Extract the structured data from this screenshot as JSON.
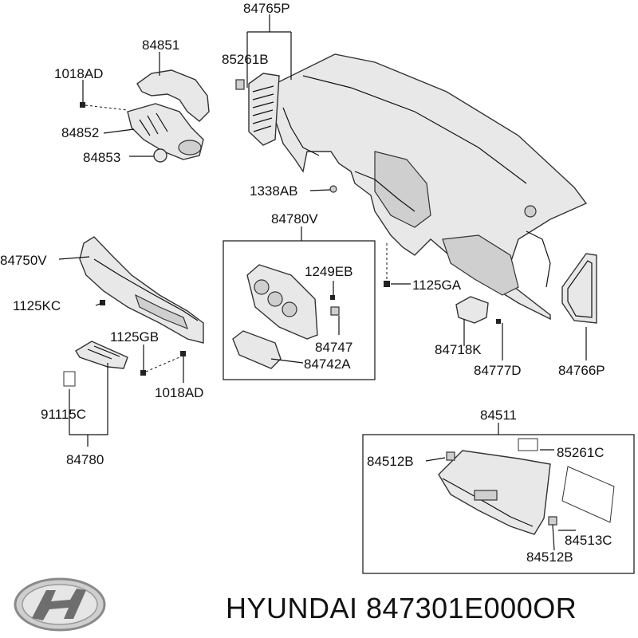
{
  "labels": {
    "p84765P": "84765P",
    "p84851": "84851",
    "p85261B": "85261B",
    "p1018AD_top": "1018AD",
    "p84852": "84852",
    "p84853": "84853",
    "p1338AB": "1338AB",
    "p84780V": "84780V",
    "p84750V": "84750V",
    "p1249EB": "1249EB",
    "p1125GA": "1125GA",
    "p1125KC": "1125KC",
    "p84747": "84747",
    "p84742A": "84742A",
    "p1125GB": "1125GB",
    "p84718K": "84718K",
    "p84777D": "84777D",
    "p84766P": "84766P",
    "p1018AD_bottom": "1018AD",
    "p91115C": "91115C",
    "p84780": "84780",
    "p84511": "84511",
    "p84512B_top": "84512B",
    "p85261C": "85261C",
    "p84513C": "84513C",
    "p84512B_bottom": "84512B"
  },
  "footer": {
    "brand_text": "HYUNDAI 847301E000OR",
    "logo_icon": "hyundai-logo-icon"
  }
}
